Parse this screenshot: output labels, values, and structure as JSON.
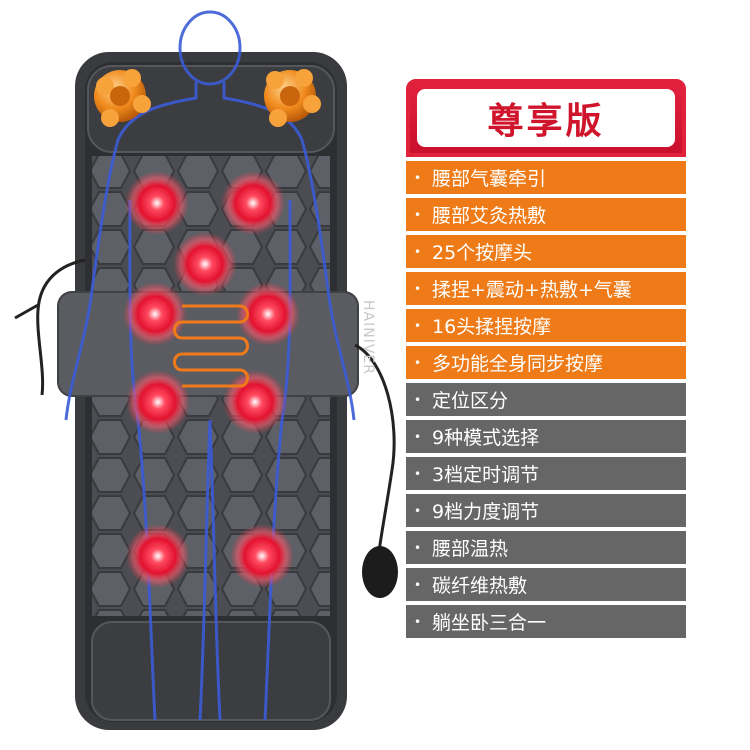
{
  "panel": {
    "title": "尊享版",
    "features": [
      {
        "text": "腰部气囊牵引",
        "highlight": true
      },
      {
        "text": "腰部艾灸热敷",
        "highlight": true
      },
      {
        "text": "25个按摩头",
        "highlight": true
      },
      {
        "text": "揉捏+震动+热敷+气囊",
        "highlight": true
      },
      {
        "text": "16头揉捏按摩",
        "highlight": true
      },
      {
        "text": "多功能全身同步按摩",
        "highlight": true
      },
      {
        "text": "定位区分",
        "highlight": false
      },
      {
        "text": "9种模式选择",
        "highlight": false
      },
      {
        "text": "3档定时调节",
        "highlight": false
      },
      {
        "text": "9档力度调节",
        "highlight": false
      },
      {
        "text": "腰部温热",
        "highlight": false
      },
      {
        "text": "碳纤维热敷",
        "highlight": false
      },
      {
        "text": "躺坐卧三合一",
        "highlight": false
      }
    ],
    "colors": {
      "title": "#d0142b",
      "highlight_row": "#ee7b17",
      "normal_row": "#666666"
    }
  },
  "watermark": "HAINIVER",
  "product_image": {
    "icons": [
      "massage-mat-image",
      "human-outline",
      "heat-node-icon",
      "air-pump-icon"
    ]
  }
}
